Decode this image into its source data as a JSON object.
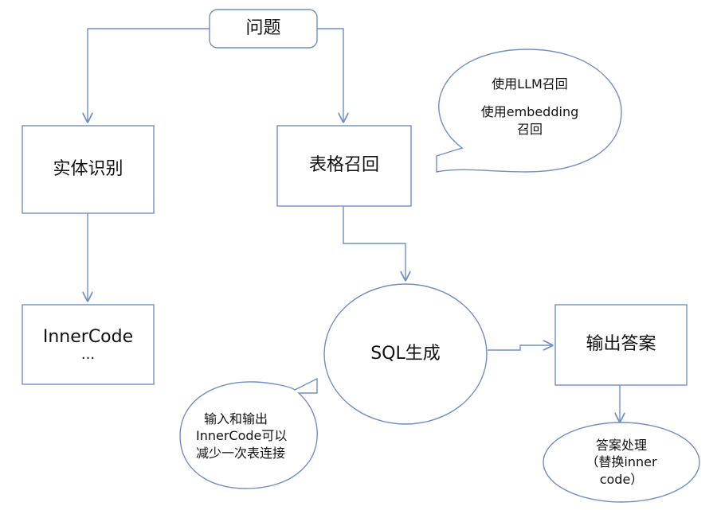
{
  "nodes": {
    "question": "问题",
    "entity_recognition": "实体识别",
    "inner_code": {
      "line1": "InnerCode",
      "line2": "..."
    },
    "table_recall": "表格召回",
    "sql_generation": "SQL生成",
    "output_answer": "输出答案"
  },
  "callouts": {
    "recall_methods": {
      "line1": "使用LLM召回",
      "line2": "使用embedding",
      "line3": "召回"
    },
    "inner_code_note": {
      "line1": "输入和输出",
      "line2": "InnerCode可以",
      "line3": "减少一次表连接"
    },
    "answer_processing": {
      "line1": "答案处理",
      "line2": "（替换inner",
      "line3": "code）"
    }
  },
  "colors": {
    "stroke": "#6e8fc4",
    "text": "#111111",
    "fill": "#ffffff"
  }
}
